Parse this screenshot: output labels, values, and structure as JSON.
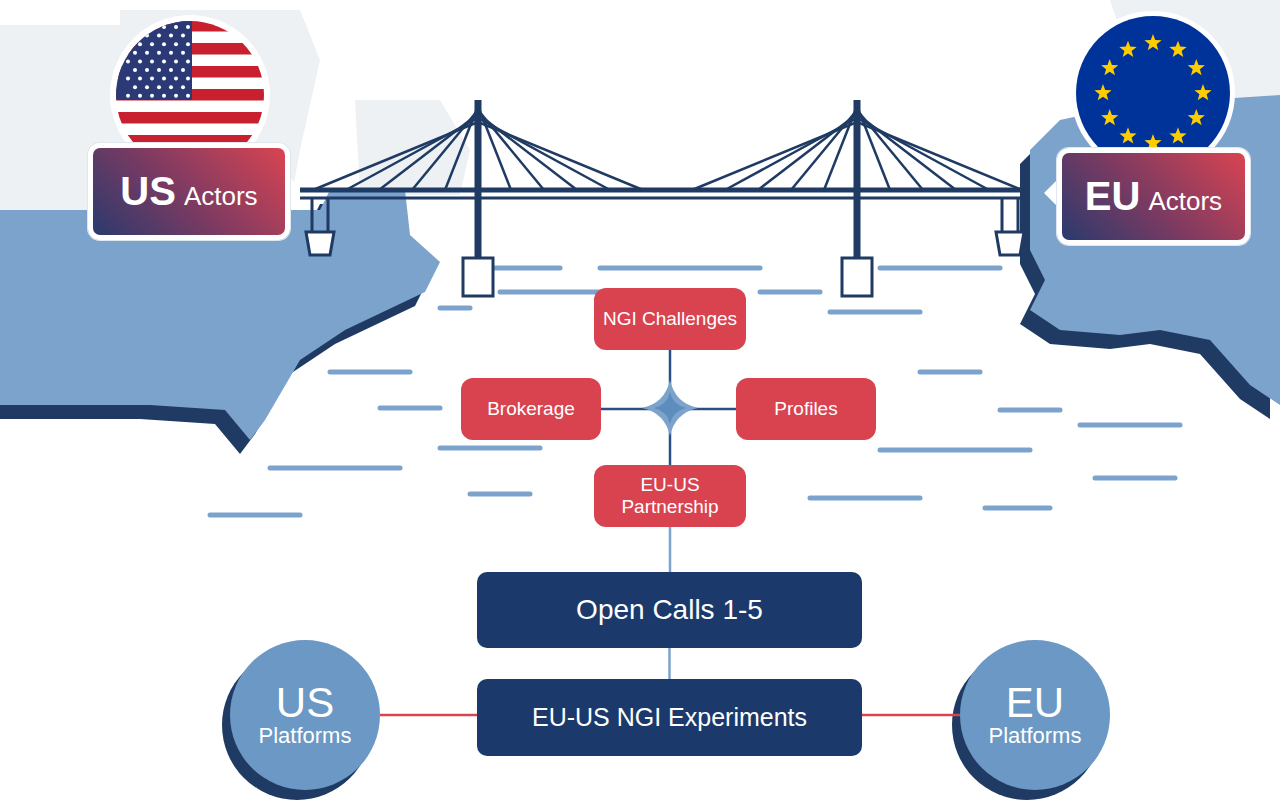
{
  "diagram": {
    "nodes": [
      {
        "text": [
          "US",
          "Actors"
        ]
      },
      {
        "text": [
          "EU",
          "Actors"
        ]
      },
      {
        "text": [
          "NGI Challenges"
        ]
      },
      {
        "text": [
          "Brokerage"
        ]
      },
      {
        "text": [
          "Profiles"
        ]
      },
      {
        "text": [
          "EU-US Partnership"
        ]
      },
      {
        "text": [
          "Open Calls 1-5"
        ]
      },
      {
        "text": [
          "EU-US NGI Experiments"
        ]
      },
      {
        "text": [
          "US",
          "Platforms"
        ]
      },
      {
        "text": [
          "EU",
          "Platforms"
        ]
      }
    ],
    "edges": [
      {
        "from": 2,
        "to": 5,
        "arrow": "none"
      },
      {
        "from": 3,
        "to": 4,
        "arrow": "none"
      },
      {
        "from": 5,
        "to": 6,
        "arrow": "none"
      },
      {
        "from": 6,
        "to": 7,
        "arrow": "none"
      },
      {
        "from": 8,
        "to": 7,
        "arrow": "none"
      },
      {
        "from": 9,
        "to": 7,
        "arrow": "none"
      }
    ]
  }
}
